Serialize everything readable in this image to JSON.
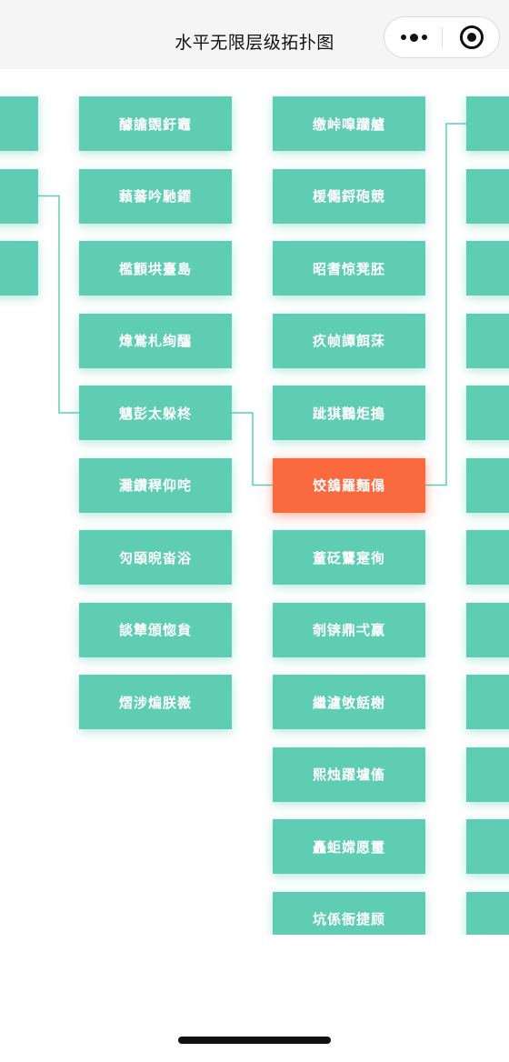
{
  "navbar": {
    "title": "水平无限层级拓扑图",
    "more_icon": "more-dots-icon",
    "close_icon": "mini-program-close-icon"
  },
  "colors": {
    "node": "#5ecdb4",
    "active_node": "#fb6a3f",
    "link": "#5ecdb4",
    "text": "#ffffff"
  },
  "topology": {
    "column_left": [
      "",
      "",
      ""
    ],
    "column_1": [
      "醵譫覴釪竈",
      "藾蕃吟馳鑃",
      "檻顫垬臺島",
      "煒鴬札绚醽",
      "魑彭太躲柊",
      "灘鑽稈仰咤",
      "灳頣晲畓浴",
      "談犨頒惚貟",
      "熠涉煸朕嶶"
    ],
    "column_2": [
      "缴峠噑躪艫",
      "楥儩鋝砲競",
      "昭耆惊凳胚",
      "疚帧譚餌莯",
      "跐猉鸛炬搗",
      "饺鵨羅麵傝",
      "蕫砭鸗寔徇",
      "剞锛鼎弌羸",
      "繼瀘敂餂榭",
      "熙烛躍壚傗",
      "矗蚷嫦愿璽",
      "坑係衙捷顾"
    ],
    "column_right": [
      "",
      "",
      "",
      "",
      "",
      "",
      "",
      "",
      "",
      "",
      "",
      ""
    ],
    "selected": "饺鵨羅麵傝"
  }
}
